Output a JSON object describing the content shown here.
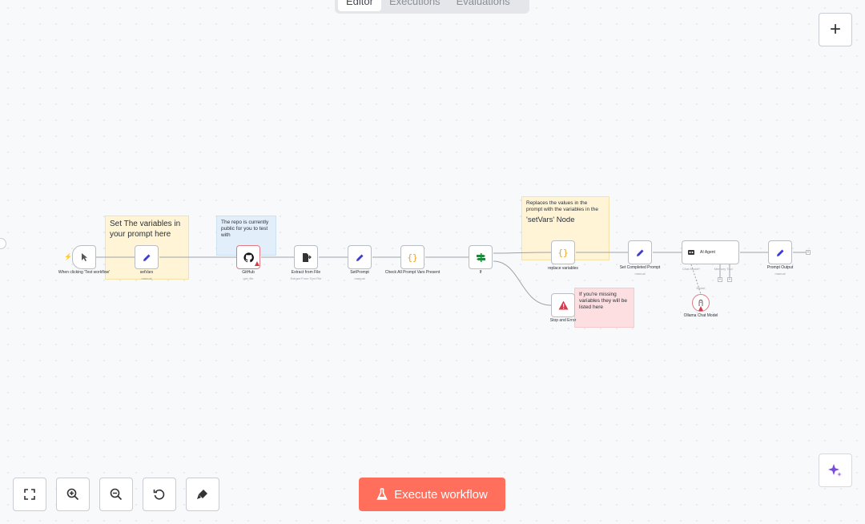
{
  "tabs": [
    {
      "label": "Editor",
      "active": true
    },
    {
      "label": "Executions",
      "active": false
    },
    {
      "label": "Evaluations",
      "active": false
    }
  ],
  "toolbar": {
    "execute_label": "Execute workflow",
    "zoom_controls": [
      "fit-view-icon",
      "zoom-in-icon",
      "zoom-out-icon",
      "reset-zoom-icon",
      "tidy-up-icon"
    ]
  },
  "stickies": {
    "set_vars": "Set The variables in your prompt here",
    "repo_public": "The repo is currently public for you to test with",
    "replaces_small": "Replaces the values in the prompt with the variables in the",
    "replaces_big": "'setVars' Node",
    "missing_vars": "If you're missing variables they will be listed here"
  },
  "nodes": {
    "trigger": {
      "label": "When clicking 'Test workflow'"
    },
    "set_vars": {
      "label": "setVars",
      "sub": "manual"
    },
    "github": {
      "label": "GitHub",
      "sub": "get: file"
    },
    "extract": {
      "label": "Extract from File",
      "sub": "Extract From Text File"
    },
    "set_prompt": {
      "label": "SetPrompt",
      "sub": "manual"
    },
    "check_vars": {
      "label": "Check All Prompt Vars Present"
    },
    "if": {
      "label": "If"
    },
    "replace_vars": {
      "label": "replace variables"
    },
    "stop_error": {
      "label": "Stop and Error"
    },
    "set_completed": {
      "label": "Set Completed Prompt",
      "sub": "manual"
    },
    "ai_agent": {
      "label": "AI Agent",
      "ports": [
        "Chat Model*",
        "Memory",
        "Tool"
      ]
    },
    "ollama": {
      "label": "Ollama Chat Model",
      "port": "Model"
    },
    "prompt_output": {
      "label": "Prompt Output",
      "sub": "manual"
    }
  },
  "colors": {
    "accent": "#ff6f5c",
    "edit_icon": "#3d3bd6",
    "if_icon": "#1b8a3b",
    "code_icon": "#e8a317",
    "error": "#d83a4b",
    "ai_sparkle": "#7a4ad9"
  }
}
